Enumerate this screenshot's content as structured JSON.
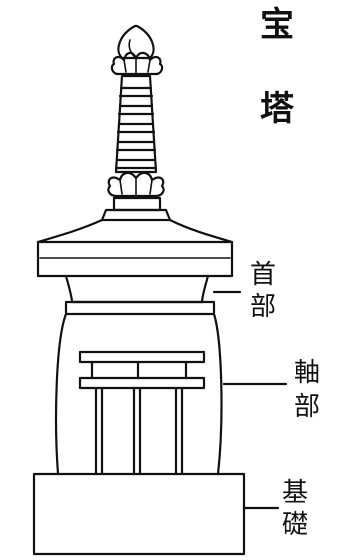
{
  "title": {
    "line1": "宝",
    "line2": "塔"
  },
  "labels": {
    "neck": {
      "line1": "首",
      "line2": "部"
    },
    "axis": {
      "line1": "軸",
      "line2": "部"
    },
    "base": {
      "line1": "基",
      "line2": "礎"
    }
  }
}
